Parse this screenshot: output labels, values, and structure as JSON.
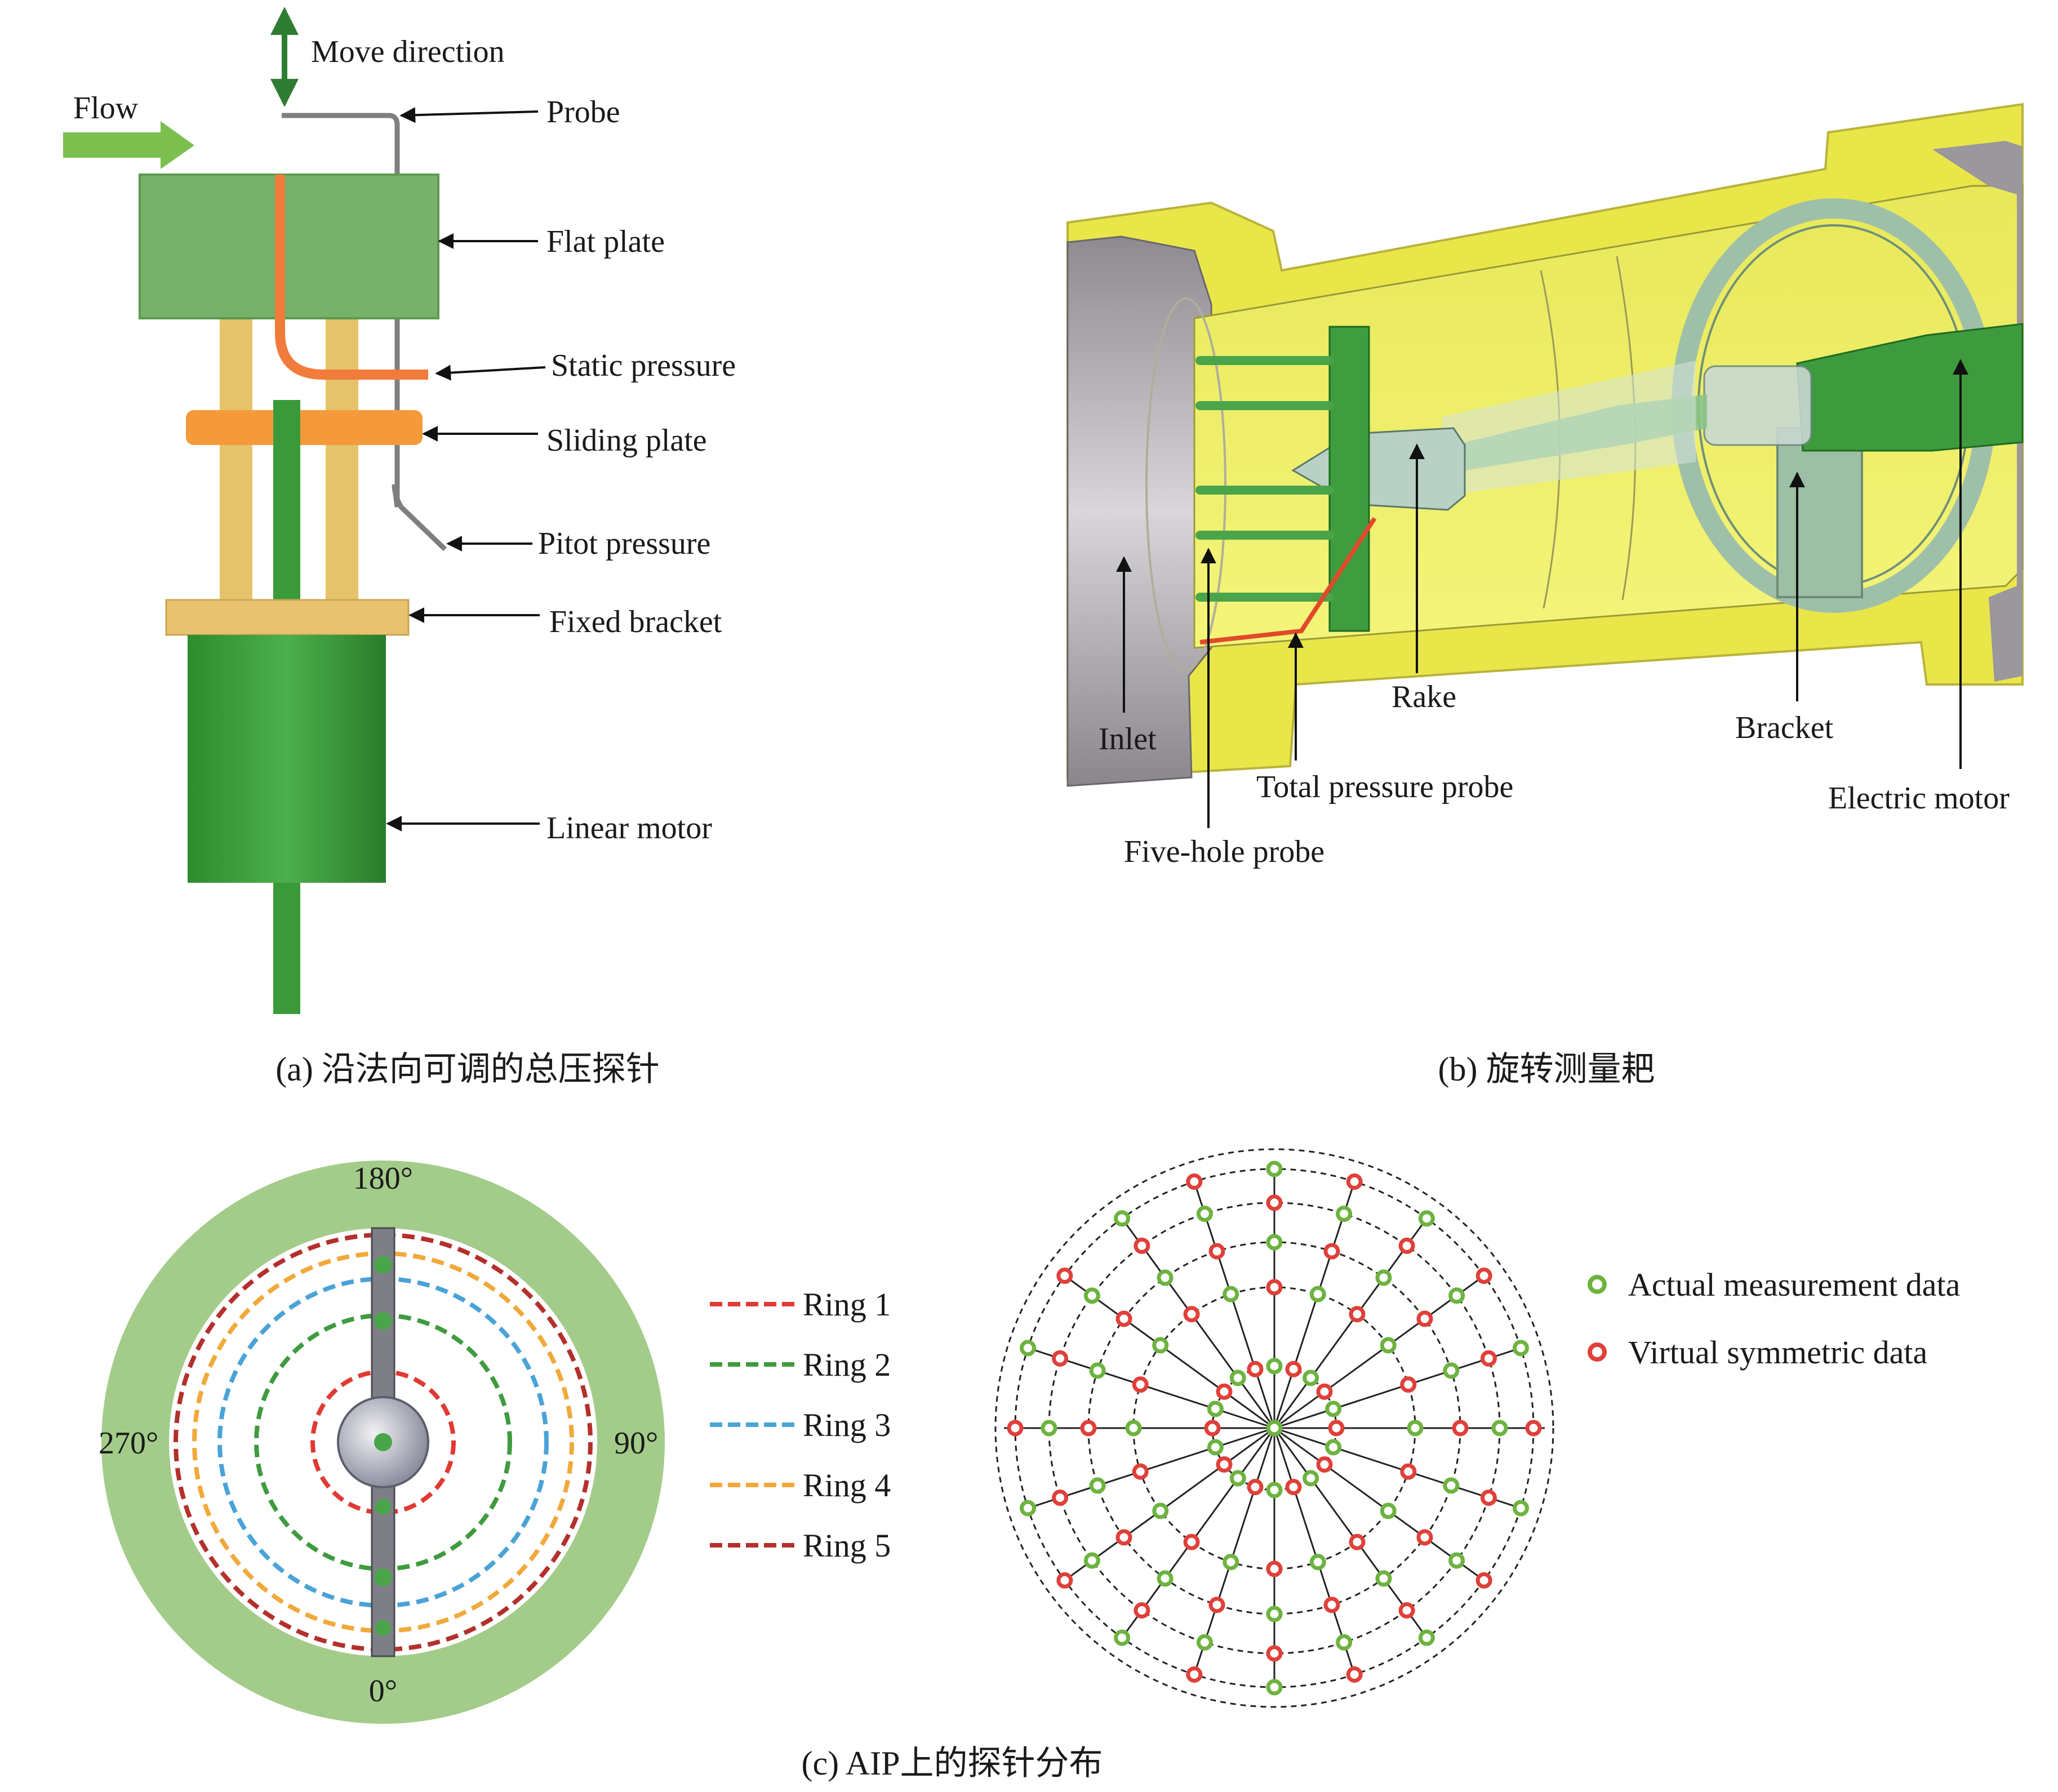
{
  "panel_a": {
    "move_direction": "Move direction",
    "flow": "Flow",
    "probe": "Probe",
    "flat_plate": "Flat plate",
    "static_pressure": "Static pressure",
    "sliding_plate": "Sliding plate",
    "pitot_pressure": "Pitot pressure",
    "fixed_bracket": "Fixed bracket",
    "linear_motor": "Linear motor",
    "caption": "(a) 沿法向可调的总压探针"
  },
  "panel_b": {
    "inlet": "Inlet",
    "rake": "Rake",
    "bracket": "Bracket",
    "total_pressure_probe": "Total pressure probe",
    "electric_motor": "Electric motor",
    "five_hole_probe": "Five-hole probe",
    "caption": "(b) 旋转测量耙"
  },
  "panel_c": {
    "angle_top": "180°",
    "angle_right": "90°",
    "angle_bottom": "0°",
    "angle_left": "270°",
    "rings": [
      {
        "label": "Ring 1",
        "color": "#e03a33"
      },
      {
        "label": "Ring 2",
        "color": "#3f9b3f"
      },
      {
        "label": "Ring 3",
        "color": "#4aa3d6"
      },
      {
        "label": "Ring 4",
        "color": "#f0a93a"
      },
      {
        "label": "Ring 5",
        "color": "#b3302c"
      }
    ],
    "legend_actual": "Actual measurement data",
    "legend_virtual": "Virtual symmetric data",
    "color_actual": "#6db33f",
    "color_virtual": "#e0403a",
    "caption": "(c) AIP上的探针分布"
  }
}
